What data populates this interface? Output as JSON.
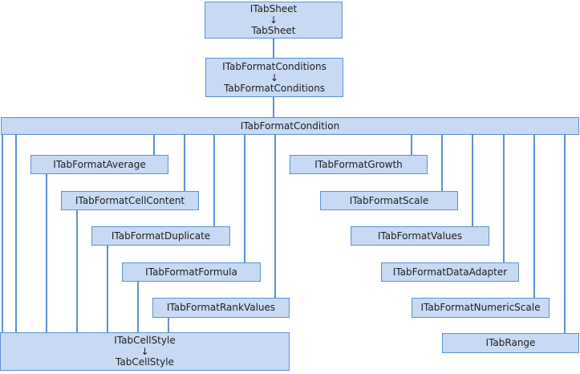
{
  "diagram": {
    "kind": "class-hierarchy",
    "colors": {
      "node_fill": "#c7d9f3",
      "node_border": "#5e92d3",
      "connector": "#5e92d3",
      "background": "#ffffff",
      "text": "#1f1f1f"
    },
    "nodes": {
      "tab_sheet": {
        "interface": "ITabSheet",
        "arrow": "↓",
        "implementation": "TabSheet"
      },
      "tab_format_conditions": {
        "interface": "ITabFormatConditions",
        "arrow": "↓",
        "implementation": "TabFormatConditions"
      },
      "tab_format_condition": {
        "label": "ITabFormatCondition"
      },
      "format_average": {
        "label": "ITabFormatAverage"
      },
      "format_cell_content": {
        "label": "ITabFormatCellContent"
      },
      "format_duplicate": {
        "label": "ITabFormatDuplicate"
      },
      "format_formula": {
        "label": "ITabFormatFormula"
      },
      "format_rank_values": {
        "label": "ITabFormatRankValues"
      },
      "format_growth": {
        "label": "ITabFormatGrowth"
      },
      "format_scale": {
        "label": "ITabFormatScale"
      },
      "format_values": {
        "label": "ITabFormatValues"
      },
      "format_data_adapter": {
        "label": "ITabFormatDataAdapter"
      },
      "format_numeric_scale": {
        "label": "ITabFormatNumericScale"
      },
      "tab_range": {
        "label": "ITabRange"
      },
      "cell_style": {
        "interface": "ITabCellStyle",
        "arrow": "↓",
        "implementation": "TabCellStyle"
      }
    }
  }
}
